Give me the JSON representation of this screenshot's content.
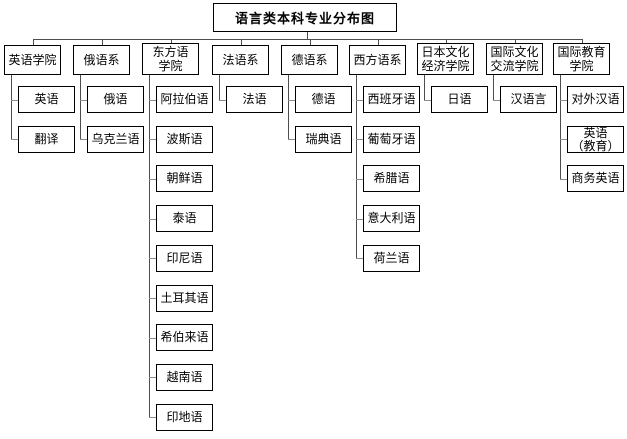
{
  "title": "语言类本科专业分布图",
  "colors": {
    "background": "#ffffff",
    "box_border": "#000000",
    "text": "#000000",
    "connector_dark": "#4d4d4d",
    "connector_light": "#8c8c8c"
  },
  "tree": {
    "departments": [
      {
        "label": "英语学院",
        "majors": [
          {
            "label": "英语"
          },
          {
            "label": "翻译"
          }
        ]
      },
      {
        "label": "俄语系",
        "majors": [
          {
            "label": "俄语"
          },
          {
            "label": "乌克兰语"
          }
        ]
      },
      {
        "label": "东方语\n学院",
        "majors": [
          {
            "label": "阿拉伯语"
          },
          {
            "label": "波斯语"
          },
          {
            "label": "朝鲜语"
          },
          {
            "label": "泰语"
          },
          {
            "label": "印尼语"
          },
          {
            "label": "土耳其语"
          },
          {
            "label": "希伯来语"
          },
          {
            "label": "越南语"
          },
          {
            "label": "印地语"
          }
        ]
      },
      {
        "label": "法语系",
        "majors": [
          {
            "label": "法语"
          }
        ]
      },
      {
        "label": "德语系",
        "majors": [
          {
            "label": "德语"
          },
          {
            "label": "瑞典语"
          }
        ]
      },
      {
        "label": "西方语系",
        "majors": [
          {
            "label": "西班牙语"
          },
          {
            "label": "葡萄牙语"
          },
          {
            "label": "希腊语"
          },
          {
            "label": "意大利语"
          },
          {
            "label": "荷兰语"
          }
        ]
      },
      {
        "label": "日本文化\n经济学院",
        "majors": [
          {
            "label": "日语"
          }
        ]
      },
      {
        "label": "国际文化\n交流学院",
        "majors": [
          {
            "label": "汉语言"
          }
        ]
      },
      {
        "label": "国际教育\n学院",
        "majors": [
          {
            "label": "对外汉语"
          },
          {
            "label": "英语\n（教育）"
          },
          {
            "label": "商务英语"
          }
        ]
      }
    ]
  }
}
